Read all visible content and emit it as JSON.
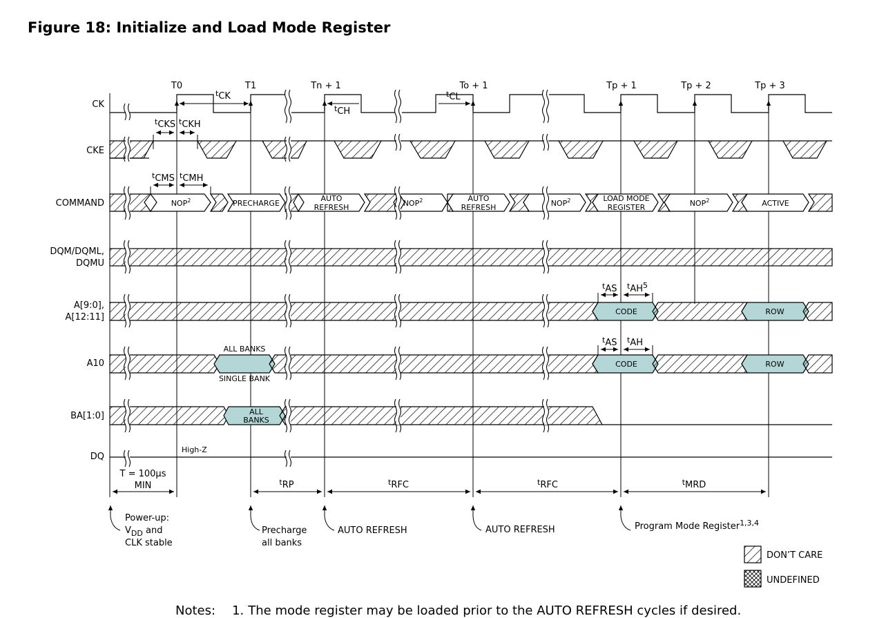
{
  "title": "Figure 18: Initialize and Load Mode Register",
  "signals": {
    "ck": "CK",
    "cke": "CKE",
    "command": "COMMAND",
    "dqm_line1": "DQM/DQML,",
    "dqm_line2": "DQMU",
    "addr_line1": "A[9:0],",
    "addr_line2": "A[12:11]",
    "a10": "A10",
    "ba": "BA[1:0]",
    "dq": "DQ"
  },
  "clock_labels": [
    "T0",
    "T1",
    "Tn + 1",
    "To + 1",
    "Tp + 1",
    "Tp + 2",
    "Tp + 3"
  ],
  "timing": {
    "tck": "CK",
    "tch": "CH",
    "tcl": "CL",
    "tcks": "CKS",
    "tckh": "CKH",
    "tcms": "CMS",
    "tcmh": "CMH",
    "tas1": "AS",
    "tah1": "AH",
    "tah1_sup": "5",
    "tas2": "AS",
    "tah2": "AH",
    "t_prefix": "t"
  },
  "commands": {
    "nop1": "NOP",
    "nop1_sup": "2",
    "precharge": "PRECHARGE",
    "auto1_l1": "AUTO",
    "auto1_l2": "REFRESH",
    "nop2": "NOP",
    "nop2_sup": "2",
    "auto2_l1": "AUTO",
    "auto2_l2": "REFRESH",
    "nop3": "NOP",
    "nop3_sup": "2",
    "lmr_l1": "LOAD MODE",
    "lmr_l2": "REGISTER",
    "nop4": "NOP",
    "nop4_sup": "2",
    "active": "ACTIVE"
  },
  "address": {
    "code": "CODE",
    "row": "ROW"
  },
  "a10": {
    "all_banks": "ALL BANKS",
    "single_bank": "SINGLE BANK",
    "code": "CODE",
    "row": "ROW"
  },
  "ba": {
    "all_l1": "ALL",
    "all_l2": "BANKS"
  },
  "dq": {
    "highz": "High-Z"
  },
  "intervals": {
    "t_l1": "T = 100µs",
    "t_l2": "MIN",
    "trp": "RP",
    "trfc1": "RFC",
    "trfc2": "RFC",
    "tmrd": "MRD"
  },
  "events": {
    "powerup_l1": "Power-up:",
    "powerup_l2a": "V",
    "powerup_l2sub": "DD",
    "powerup_l2b": " and",
    "powerup_l3": "CLK stable",
    "precharge_l1": "Precharge",
    "precharge_l2": "all banks",
    "auto1": "AUTO REFRESH",
    "auto2": "AUTO REFRESH",
    "program": "Program Mode Register",
    "program_sup": "1,3,4"
  },
  "legend": {
    "dont_care": "DON’T CARE",
    "undefined": "UNDEFINED"
  },
  "note": {
    "label": "Notes:",
    "num": "1.",
    "text": "The mode register may be loaded prior to the AUTO REFRESH cycles if desired."
  }
}
